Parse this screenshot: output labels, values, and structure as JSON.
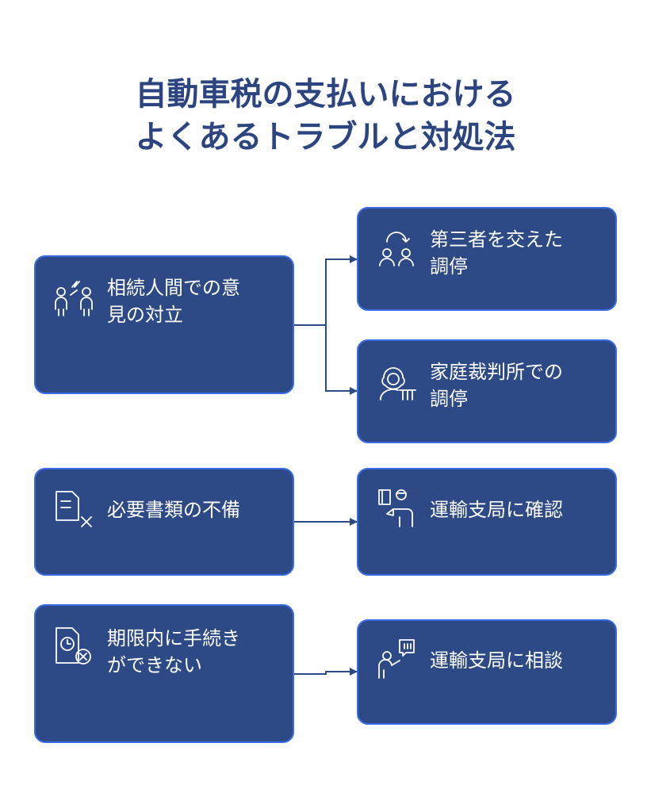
{
  "title": {
    "line1": "自動車税の支払いにおける",
    "line2": "よくあるトラブルと対処法"
  },
  "problems": [
    {
      "label": "相続人間での意\n見の対立",
      "icon": "conflict-people-icon"
    },
    {
      "label": "必要書類の不備",
      "icon": "document-x-icon"
    },
    {
      "label": "期限内に手続き\nができない",
      "icon": "clock-document-x-icon"
    }
  ],
  "solutions": [
    {
      "label": "第三者を交えた\n調停",
      "icon": "mediation-people-icon"
    },
    {
      "label": "家庭裁判所での\n調停",
      "icon": "judge-icon"
    },
    {
      "label": "運輸支局に確認",
      "icon": "office-clerk-icon"
    },
    {
      "label": "運輸支局に相談",
      "icon": "consultation-icon"
    }
  ],
  "colors": {
    "title": "#2c4580",
    "box_fill": "#2d4a86",
    "box_border": "#3b6ae6",
    "connector": "#2d4a86"
  }
}
